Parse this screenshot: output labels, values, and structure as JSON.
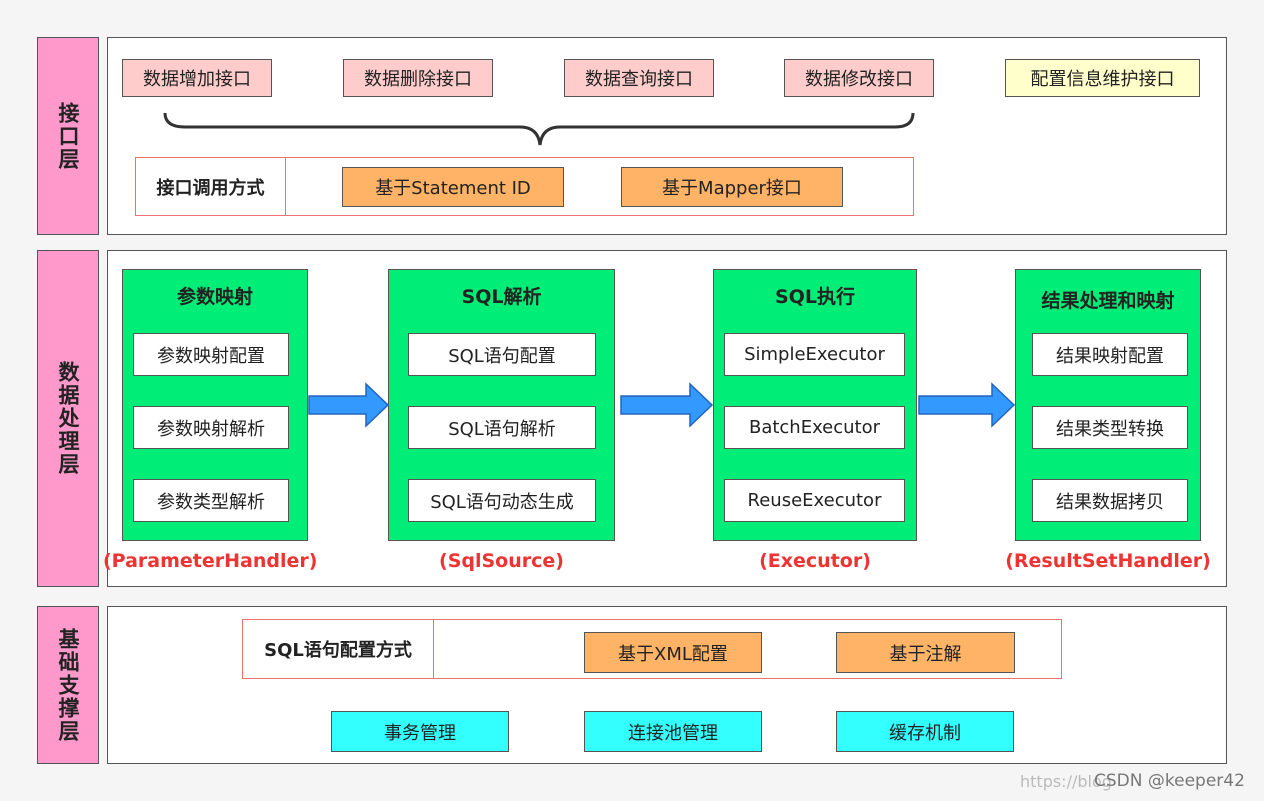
{
  "layers": {
    "interface": "接口层",
    "data_processing": "数据处理层",
    "foundation": "基础支撑层"
  },
  "interface": {
    "apis": [
      "数据增加接口",
      "数据删除接口",
      "数据查询接口",
      "数据修改接口"
    ],
    "config_api": "配置信息维护接口",
    "call_method_label": "接口调用方式",
    "call_methods": [
      "基于Statement ID",
      "基于Mapper接口"
    ]
  },
  "processing": {
    "columns": [
      {
        "title": "参数映射",
        "items": [
          "参数映射配置",
          "参数映射解析",
          "参数类型解析"
        ],
        "handler": "(ParameterHandler)"
      },
      {
        "title": "SQL解析",
        "items": [
          "SQL语句配置",
          "SQL语句解析",
          "SQL语句动态生成"
        ],
        "handler": "(SqlSource)"
      },
      {
        "title": "SQL执行",
        "items": [
          "SimpleExecutor",
          "BatchExecutor",
          "ReuseExecutor"
        ],
        "handler": "(Executor)"
      },
      {
        "title": "结果处理和映射",
        "items": [
          "结果映射配置",
          "结果类型转换",
          "结果数据拷贝"
        ],
        "handler": "(ResultSetHandler)"
      }
    ]
  },
  "foundation": {
    "sql_config_label": "SQL语句配置方式",
    "sql_config_methods": [
      "基于XML配置",
      "基于注解"
    ],
    "services": [
      "事务管理",
      "连接池管理",
      "缓存机制"
    ]
  },
  "watermark": {
    "url": "https://blog",
    "credit": "CSDN @keeper42"
  },
  "colors": {
    "layer_label": "#ff99cc",
    "api_box": "#ffcccc",
    "config_box": "#ffffcc",
    "orange_box": "#ffb366",
    "green_column": "#00ee77",
    "cyan_box": "#33ffff",
    "arrow": "#3399ff",
    "handler_text": "#ee3333"
  }
}
